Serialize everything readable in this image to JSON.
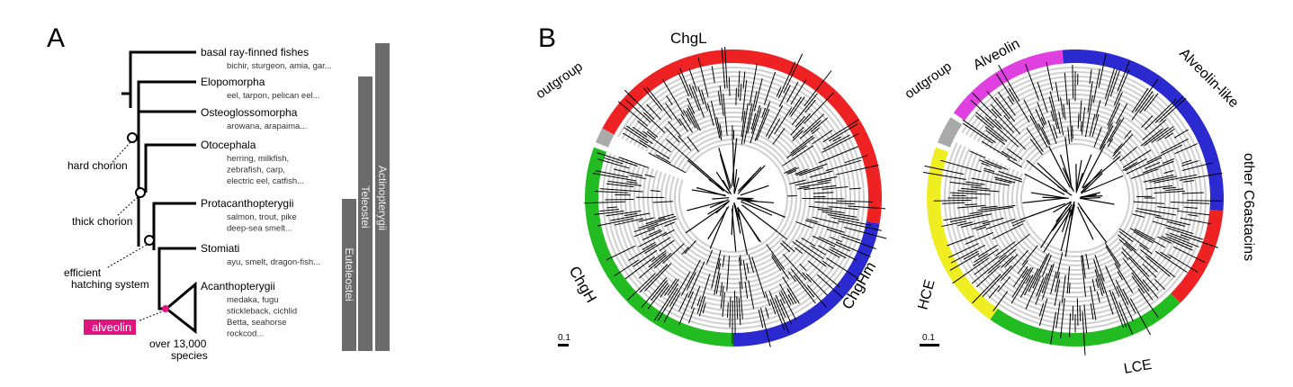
{
  "panelA": {
    "label": "A",
    "taxa": [
      {
        "name": "basal ray-finned fishes",
        "examples": [
          "bichir, sturgeon, amia, gar..."
        ]
      },
      {
        "name": "Elopomorpha",
        "examples": [
          "eel, tarpon, pelican eel..."
        ]
      },
      {
        "name": "Osteoglossomorpha",
        "examples": [
          "arowana, arapaima..."
        ]
      },
      {
        "name": "Otocephala",
        "examples": [
          "herring, milkfish,",
          "zebrafish, carp,",
          "electric  eel, catfish..."
        ]
      },
      {
        "name": "Protacanthopterygii",
        "examples": [
          "salmon, trout, pike",
          "deep-sea smelt..."
        ]
      },
      {
        "name": "Stomiati",
        "examples": [
          "ayu, smelt, dragon-fish..."
        ]
      },
      {
        "name": "Acanthopterygii",
        "examples": [
          "medaka, fugu",
          "stickleback, cichlid",
          "Betta, seahorse",
          "rockcod..."
        ]
      }
    ],
    "events": [
      "hard chorion",
      "thick chorion",
      "efficient",
      "hatching system"
    ],
    "alveolin": "alveolin",
    "alveolin_color": "#e0147f",
    "species_note": [
      "over 13,000",
      "species"
    ],
    "bars": [
      "Euteleostei",
      "Teleostei",
      "Actinopterygii"
    ]
  },
  "panelB": {
    "label": "B",
    "left_tree": {
      "clades": [
        {
          "name": "ChgL",
          "color": "#ee2222"
        },
        {
          "name": "ChgHm",
          "color": "#2a2ad0"
        },
        {
          "name": "ChgH",
          "color": "#22bb22"
        },
        {
          "name": "outgroup",
          "color": "#aaaaaa"
        }
      ],
      "scale": "0.1"
    },
    "right_tree": {
      "clades": [
        {
          "name": "Alveolin",
          "color": "#e040e0"
        },
        {
          "name": "Alveolin-like",
          "color": "#2a2ad0"
        },
        {
          "name": "other C6astacins",
          "color": "#ee2222"
        },
        {
          "name": "LCE",
          "color": "#22bb22"
        },
        {
          "name": "HCE",
          "color": "#eeee22"
        },
        {
          "name": "outgroup",
          "color": "#aaaaaa"
        }
      ],
      "scale": "0.1"
    }
  }
}
